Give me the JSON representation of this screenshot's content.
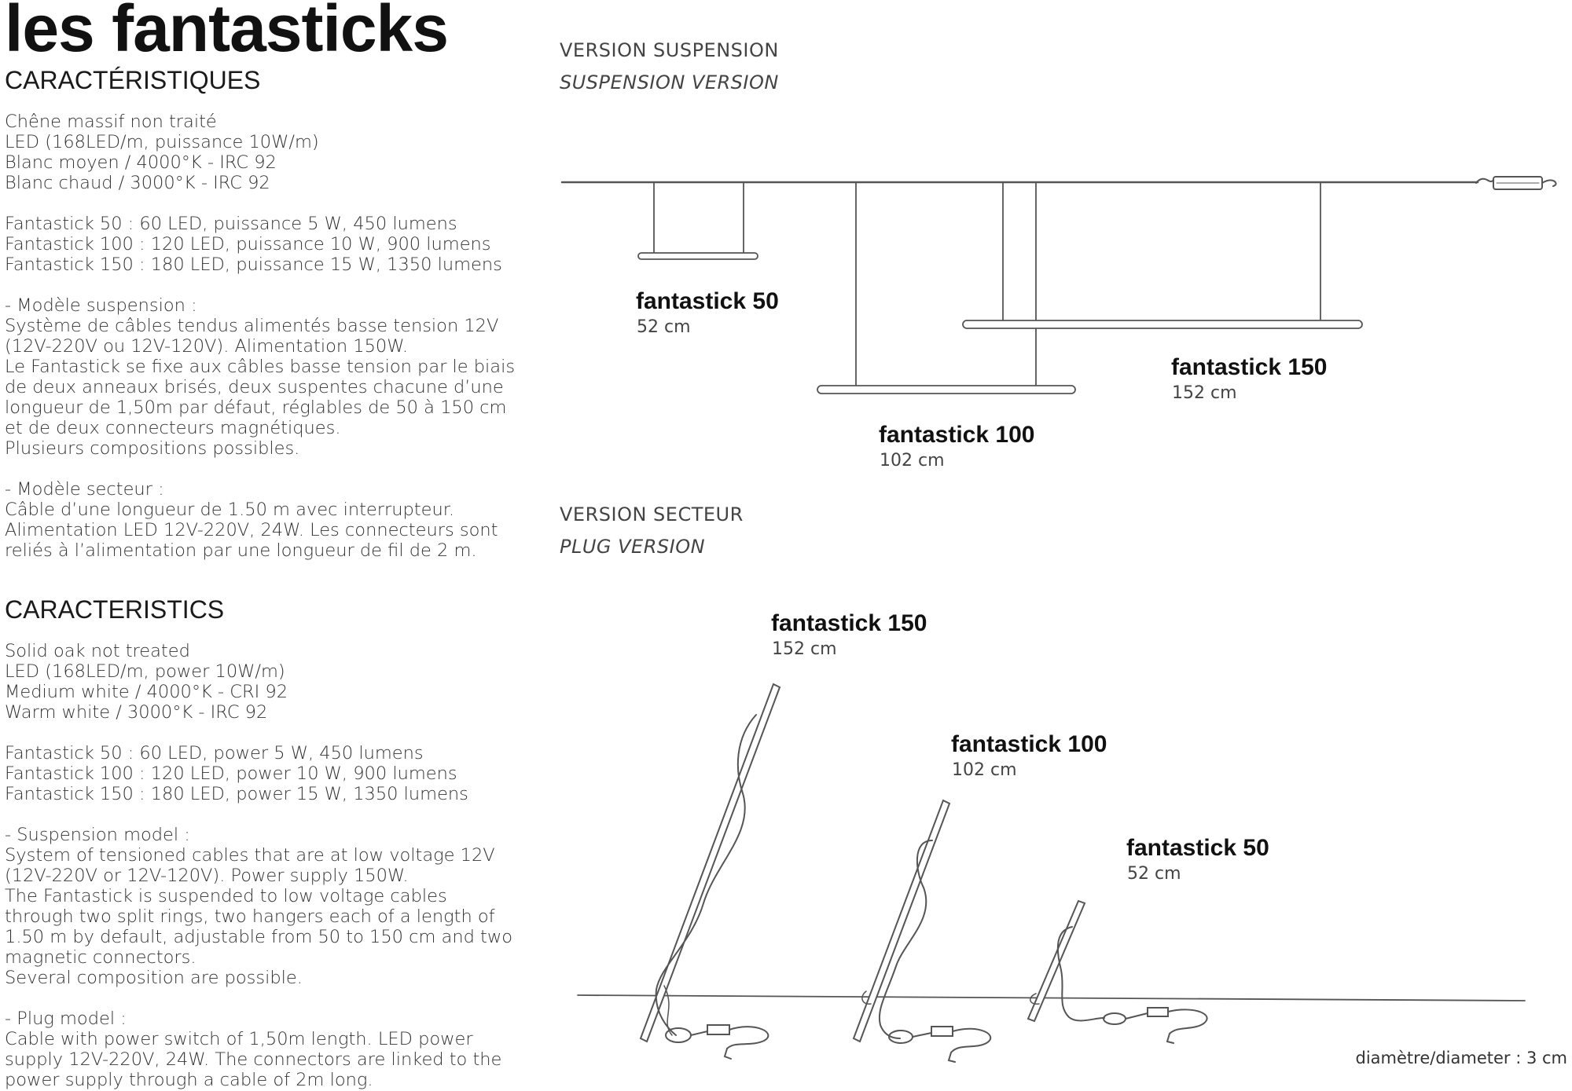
{
  "title": "les fantasticks",
  "fr": {
    "heading": "CARACTÉRISTIQUES",
    "lines": [
      "Chêne massif non traité",
      "LED (168LED/m, puissance 10W/m)",
      "Blanc moyen / 4000°K - IRC 92",
      "Blanc chaud / 3000°K - IRC 92",
      "",
      "Fantastick 50 : 60 LED, puissance 5 W, 450 lumens",
      "Fantastick 100 : 120 LED, puissance 10 W, 900 lumens",
      "Fantastick 150 : 180 LED, puissance 15 W, 1350 lumens",
      "",
      "- Modèle suspension :",
      "Système de câbles tendus alimentés basse tension 12V",
      "(12V-220V ou 12V-120V). Alimentation 150W.",
      "Le Fantastick se fixe aux câbles basse tension par le biais",
      "de deux anneaux brisés, deux suspentes chacune d’une",
      "longueur de 1,50m par défaut, réglables de 50 à 150 cm",
      "et de deux connecteurs magnétiques.",
      "Plusieurs compositions possibles.",
      "",
      "- Modèle secteur :",
      "Câble d’une longueur de 1.50 m avec interrupteur.",
      "Alimentation LED 12V-220V, 24W. Les connecteurs sont",
      "reliés à l’alimentation par une longueur de fil de 2 m."
    ]
  },
  "en": {
    "heading": "CARACTERISTICS",
    "lines": [
      "Solid oak not treated",
      "LED (168LED/m, power 10W/m)",
      "Medium white / 4000°K - CRI 92",
      "Warm white / 3000°K - IRC 92",
      "",
      "Fantastick 50 : 60 LED, power 5 W, 450 lumens",
      "Fantastick 100 : 120 LED, power 10 W, 900 lumens",
      "Fantastick 150 : 180 LED, power 15 W, 1350 lumens",
      "",
      "- Suspension model :",
      "System of tensioned cables that are at low voltage 12V",
      "(12V-220V or 12V-120V). Power supply 150W.",
      "The Fantastick is suspended to low voltage cables",
      "through two split rings, two hangers each of a length of",
      "1.50 m by default, adjustable from 50 to 150 cm and two",
      "magnetic connectors.",
      "Several composition are possible.",
      "",
      "- Plug model :",
      "Cable with power switch of 1,50m length. LED power",
      "supply 12V-220V, 24W. The connectors are linked to the",
      "power supply through a cable of 2m long."
    ]
  },
  "suspension": {
    "label_fr": "VERSION SUSPENSION",
    "label_en": "SUSPENSION VERSION",
    "products": [
      {
        "name": "fantastick 50",
        "size": "52 cm"
      },
      {
        "name": "fantastick 100",
        "size": "102 cm"
      },
      {
        "name": "fantastick 150",
        "size": "152 cm"
      }
    ]
  },
  "plug": {
    "label_fr": "VERSION SECTEUR",
    "label_en": "PLUG VERSION",
    "products": [
      {
        "name": "fantastick 150",
        "size": "152 cm"
      },
      {
        "name": "fantastick 100",
        "size": "102 cm"
      },
      {
        "name": "fantastick 50",
        "size": "52 cm"
      }
    ]
  },
  "footer_note": "diamètre/diameter : 3 cm",
  "colors": {
    "text": "#1a1a1a",
    "body_text": "#333333",
    "line_art": "#555555"
  }
}
